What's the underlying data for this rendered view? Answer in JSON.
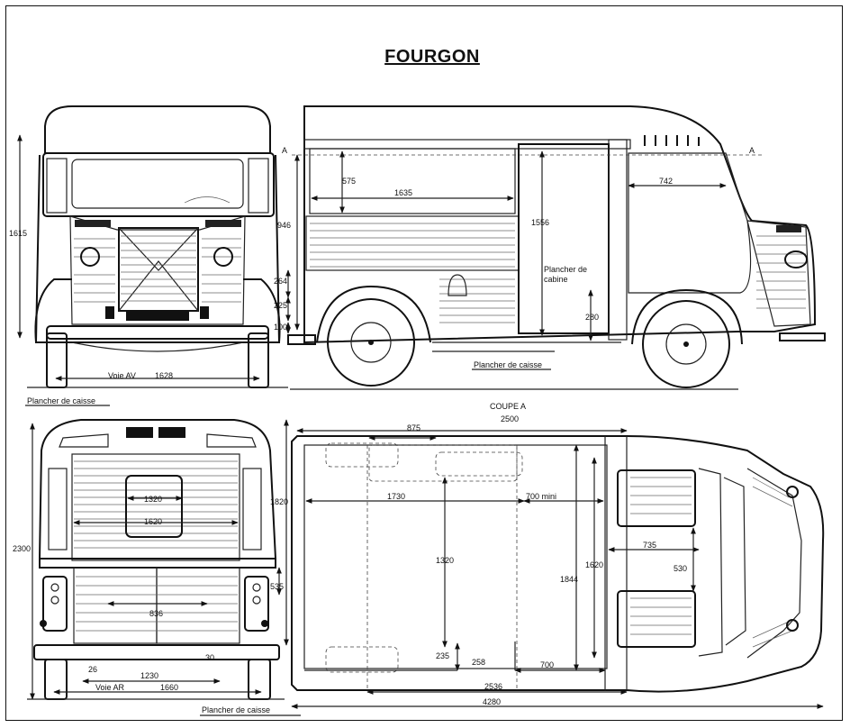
{
  "title": "FOURGON",
  "views": {
    "front": {
      "dims": {
        "height_total": "1615",
        "h_946": "946",
        "h_264": "264",
        "h_225": "225",
        "h_100": "100"
      },
      "track_label": "Voie AV",
      "track_value": "1628",
      "floor_label": "Plancher de caisse"
    },
    "side": {
      "section_marker": "A",
      "dims": {
        "d_575": "575",
        "d_1635": "1635",
        "d_1556": "1556",
        "d_742": "742",
        "d_280": "280"
      },
      "cabin_floor_line1": "Plancher de",
      "cabin_floor_line2": "cabine",
      "floor_label": "Plancher de caisse"
    },
    "rear": {
      "dims": {
        "h_2300": "2300",
        "h_1820": "1820",
        "w_1320": "1320",
        "w_1620": "1620",
        "w_836": "836",
        "h_535": "535",
        "d_30": "30",
        "d_26": "26",
        "w_1230": "1230"
      },
      "track_label": "Voie  AR",
      "track_value": "1660",
      "floor_label": "Plancher de caisse"
    },
    "plan": {
      "section_label": "COUPE A",
      "dims": {
        "d_2500": "2500",
        "d_875": "875",
        "d_1730": "1730",
        "d_700min": "700 mini",
        "d_1320": "1320",
        "d_1620": "1620",
        "d_1844": "1844",
        "d_735": "735",
        "d_530": "530",
        "d_235": "235",
        "d_258": "258",
        "d_700": "700",
        "d_2536": "2536",
        "d_4280": "4280"
      }
    }
  }
}
